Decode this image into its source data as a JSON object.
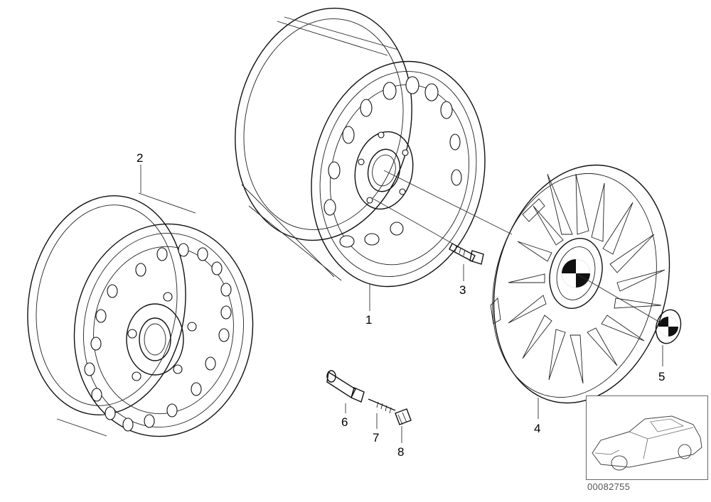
{
  "callouts": [
    {
      "id": "1",
      "label": "1"
    },
    {
      "id": "2",
      "label": "2"
    },
    {
      "id": "3",
      "label": "3"
    },
    {
      "id": "4",
      "label": "4"
    },
    {
      "id": "5",
      "label": "5"
    },
    {
      "id": "6",
      "label": "6"
    },
    {
      "id": "7",
      "label": "7"
    },
    {
      "id": "8",
      "label": "8"
    }
  ],
  "catalog_number": "00082755",
  "colors": {
    "line": "#111111",
    "background": "#ffffff",
    "caption": "#555555"
  }
}
